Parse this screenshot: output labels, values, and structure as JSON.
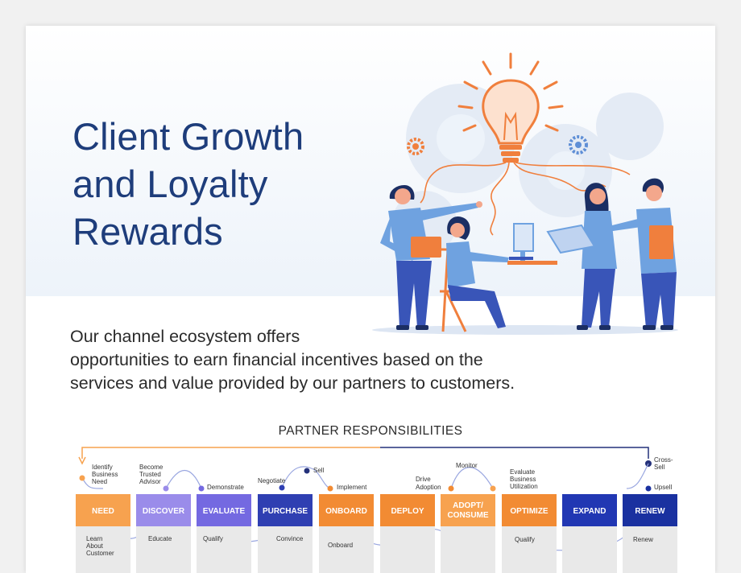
{
  "title_lines": [
    "Client Growth",
    "and Loyalty",
    "Rewards"
  ],
  "intro_lines": [
    "Our channel ecosystem offers",
    "opportunities to earn financial incentives based on the",
    "services and value provided by our partners to customers."
  ],
  "section_heading": "PARTNER RESPONSIBILITIES",
  "colors": {
    "title": "#1e3d7b",
    "orange": "#f7a24f",
    "lavender": "#9688e6",
    "violet": "#6b61de",
    "blue": "#2d3fb0",
    "navy": "#1833a4",
    "connector": "#24317a"
  },
  "stages": [
    {
      "label": "NEED",
      "color": "#f7a24f"
    },
    {
      "label": "DISCOVER",
      "color": "#9a8cea"
    },
    {
      "label": "EVALUATE",
      "color": "#7469e1"
    },
    {
      "label": "PURCHASE",
      "color": "#2f3fb2"
    },
    {
      "label": "ONBOARD",
      "color": "#f28b33"
    },
    {
      "label": "DEPLOY",
      "color": "#f28b33"
    },
    {
      "label": "ADOPT/",
      "label2": "CONSUME",
      "color": "#f7a24f"
    },
    {
      "label": "OPTIMIZE",
      "color": "#f28b33"
    },
    {
      "label": "EXPAND",
      "color": "#2137b3"
    },
    {
      "label": "RENEW",
      "color": "#1a31a0"
    }
  ],
  "upper_labels": {
    "need": [
      "Identify",
      "Business",
      "Need"
    ],
    "discover": [
      "Become",
      "Trusted",
      "Advisor"
    ],
    "evaluate": [
      "Demonstrate"
    ],
    "negotiate": [
      "Negotiate"
    ],
    "sell": [
      "Sell"
    ],
    "implement": [
      "Implement"
    ],
    "drive": [
      "Drive",
      "Adoption"
    ],
    "monitor": [
      "Monitor"
    ],
    "evaluate_business": [
      "Evaluate",
      "Business",
      "Utilization"
    ],
    "cross_sell": [
      "Cross-",
      "Sell"
    ],
    "upsell": [
      "Upsell"
    ]
  },
  "lower_labels": {
    "learn": [
      "Learn",
      "About",
      "Customer"
    ],
    "educate": [
      "Educate"
    ],
    "qualify": [
      "Qualify"
    ],
    "convince": [
      "Convince"
    ],
    "onboard": [
      "Onboard"
    ],
    "qualify2": [
      "Qualify"
    ],
    "renew": [
      "Renew"
    ]
  }
}
